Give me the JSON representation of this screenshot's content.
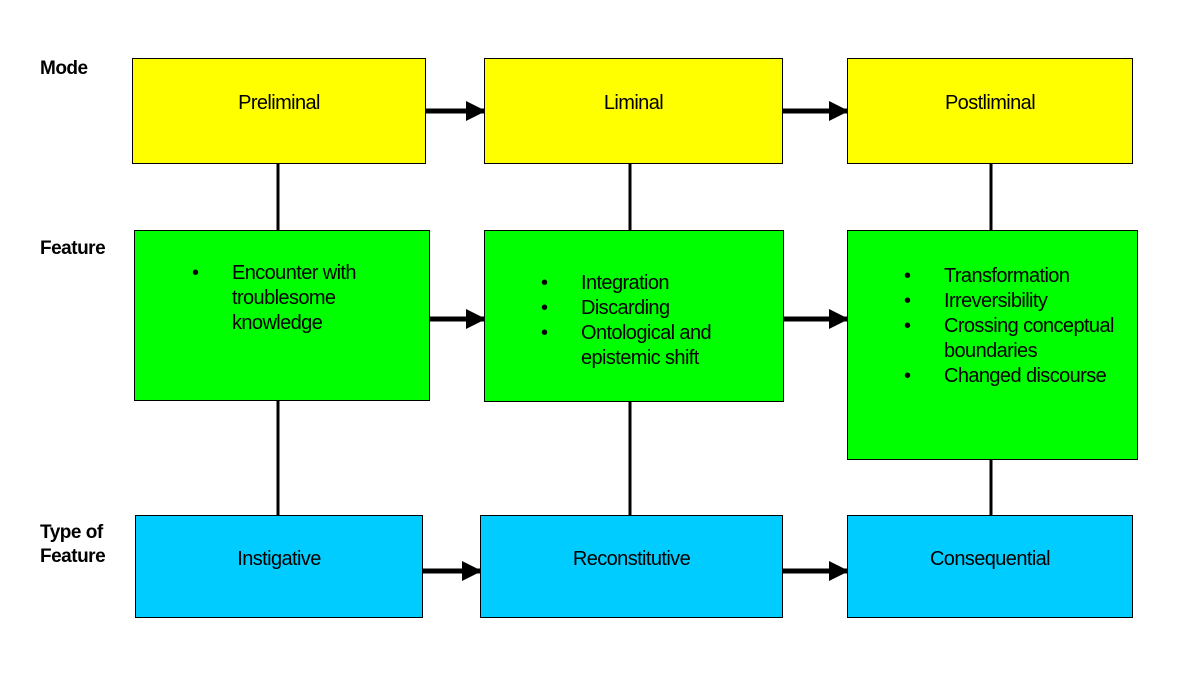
{
  "row_labels": {
    "mode": "Mode",
    "feature": "Feature",
    "type_of_feature": [
      "Type of",
      "Feature"
    ]
  },
  "colors": {
    "mode_fill": "#ffff00",
    "feature_fill": "#00ff00",
    "type_fill": "#00ccff",
    "line": "#000000"
  },
  "columns": [
    {
      "mode": "Preliminal",
      "features": [
        "Encounter with troublesome knowledge"
      ],
      "type": "Instigative"
    },
    {
      "mode": "Liminal",
      "features": [
        "Integration",
        "Discarding",
        "Ontological and epistemic shift"
      ],
      "type": "Reconstitutive"
    },
    {
      "mode": "Postliminal",
      "features": [
        "Transformation",
        "Irreversibility",
        "Crossing conceptual boundaries",
        "Changed discourse"
      ],
      "type": "Consequential"
    }
  ]
}
